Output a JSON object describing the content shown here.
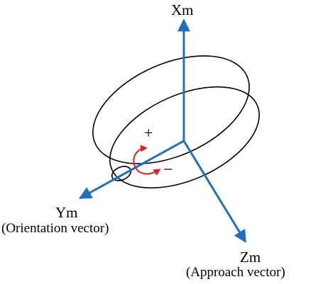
{
  "axes": {
    "x": {
      "label": "Xm",
      "subtitle": ""
    },
    "y": {
      "label": "Ym",
      "subtitle": "(Orientation vector)"
    },
    "z": {
      "label": "Zm",
      "subtitle": "(Approach vector)"
    }
  },
  "rotation": {
    "positive": "+",
    "negative": "−"
  },
  "colors": {
    "axis": "#1f6fbf",
    "rotation_arrow": "#e02020",
    "outline": "#000000"
  }
}
